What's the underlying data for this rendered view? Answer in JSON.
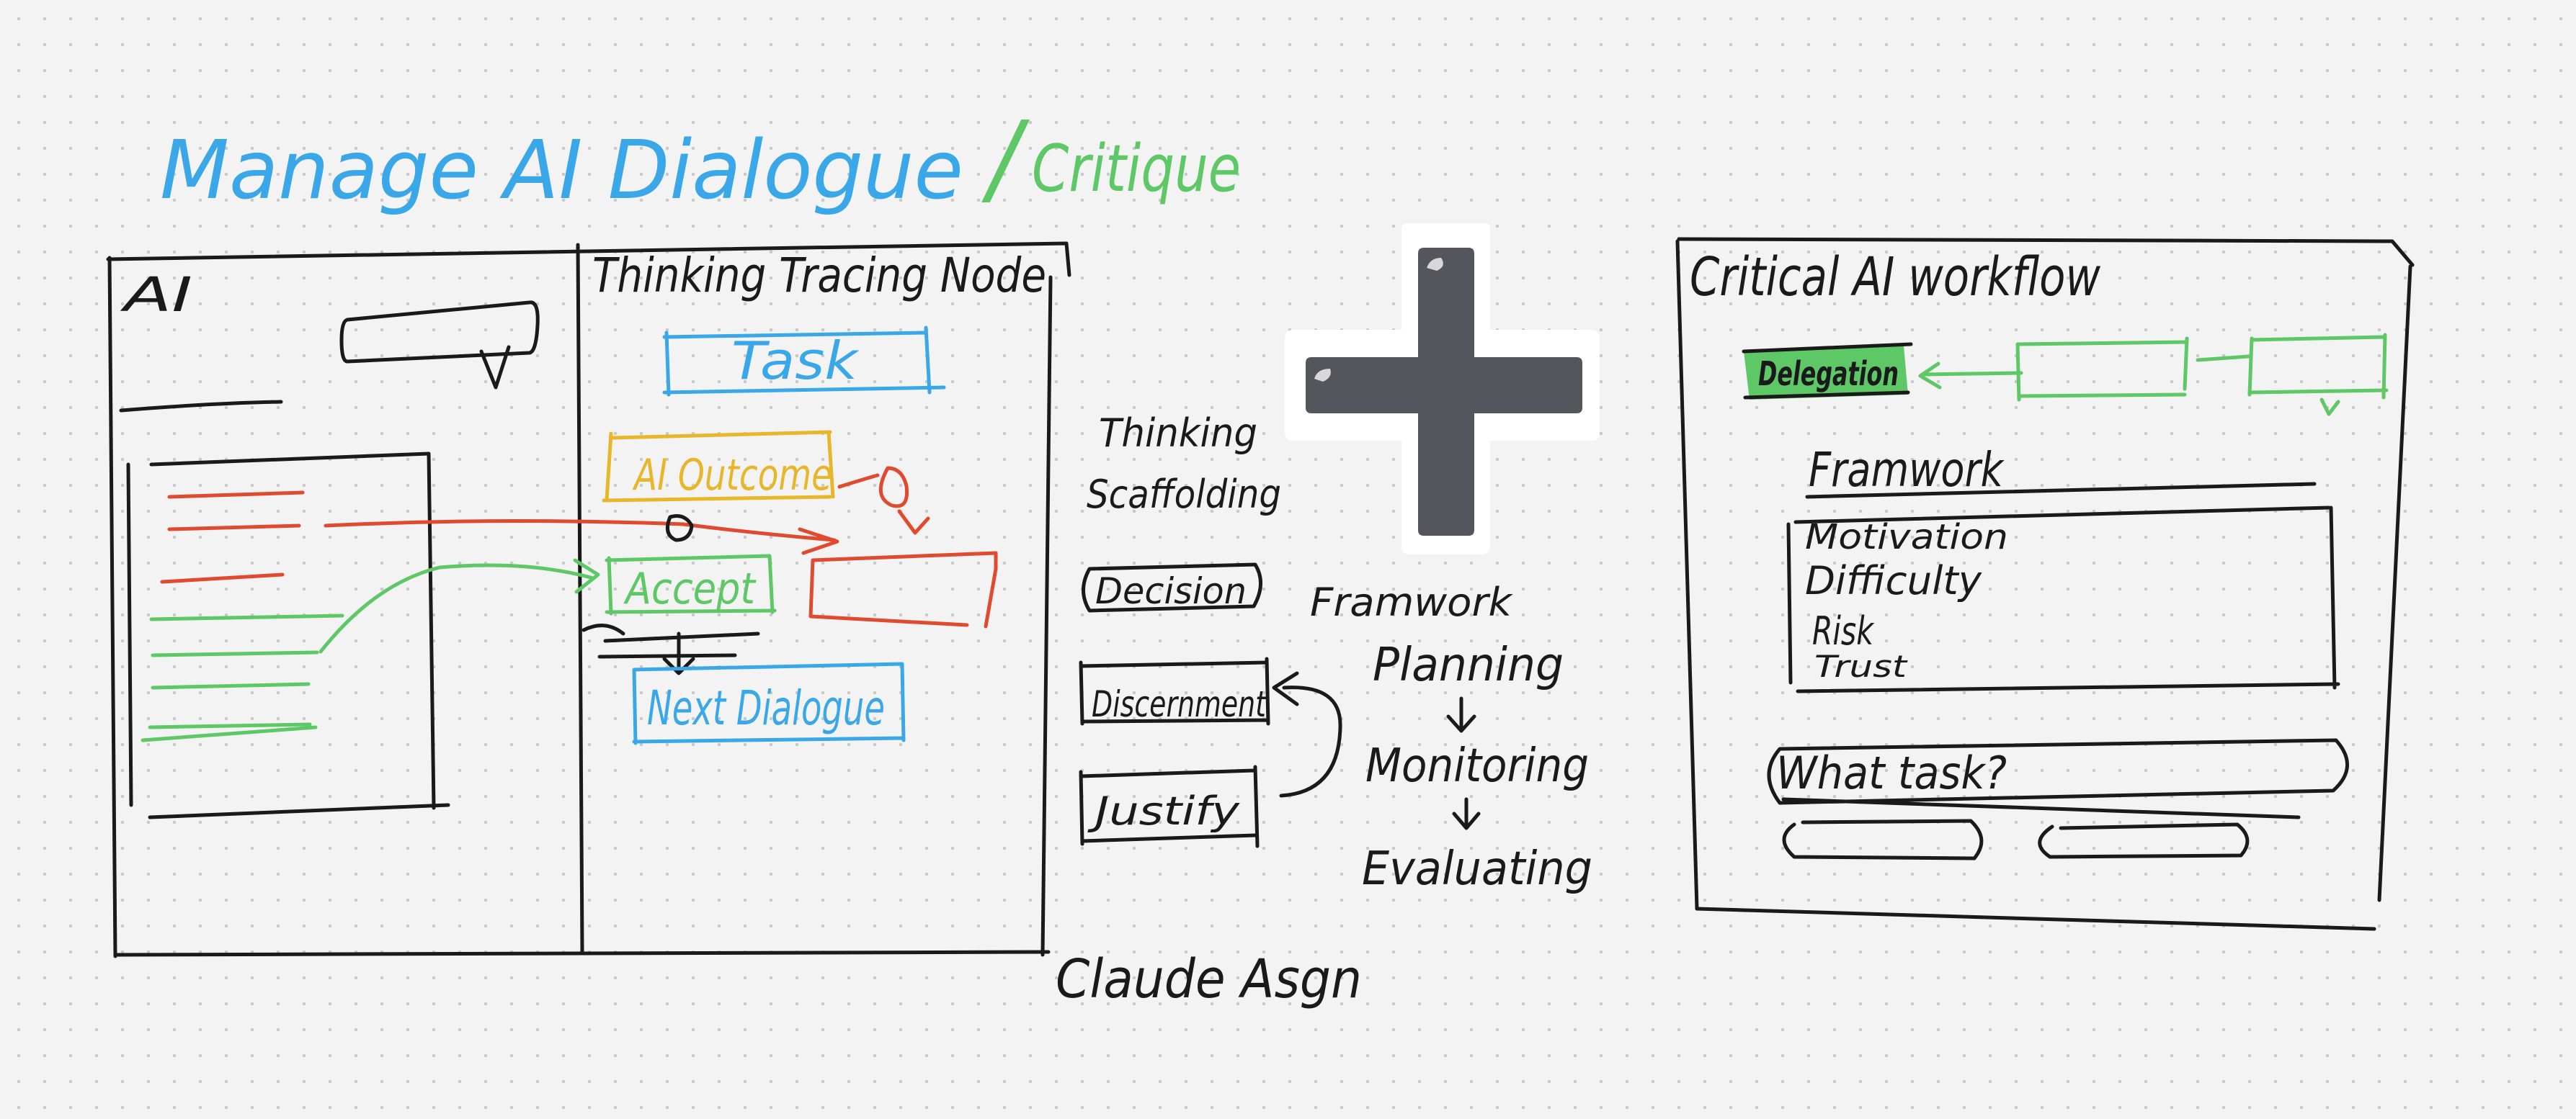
{
  "title": {
    "main": "Manage AI Dialogue",
    "separator": "/",
    "sub": "Critique"
  },
  "left_sketch": {
    "ai_label": "AI",
    "tracing_title": "Thinking Tracing Node",
    "task": "Task",
    "ai_outcome": "AI Outcome",
    "accept": "Accept",
    "next_dialogue": "Next Dialogue"
  },
  "middle": {
    "scaffolding": [
      "Thinking",
      "Scaffolding"
    ],
    "steps": [
      "Decision",
      "Discernment",
      "Justify"
    ],
    "framework_label": "Framwork",
    "framework_steps": [
      "Planning",
      "Monitoring",
      "Evaluating"
    ],
    "footer": "Claude Asgn"
  },
  "right_sketch": {
    "title": "Critical AI workflow",
    "delegation": "Delegation",
    "framework_label": "Framwork",
    "framework_items": [
      "Motivation",
      "Difficulty",
      "Risk",
      "Trust"
    ],
    "question": "What task?"
  },
  "colors": {
    "ink": "#1a1a1a",
    "blue": "#3aa7e8",
    "green": "#5ec766",
    "orange": "#e8b62a",
    "red": "#e04a2f",
    "plus_icon": "#55565b",
    "background": "#f3f3f3"
  },
  "icons": [
    "plus-icon",
    "dropdown-arrow-icon",
    "lightbulb-icon"
  ]
}
